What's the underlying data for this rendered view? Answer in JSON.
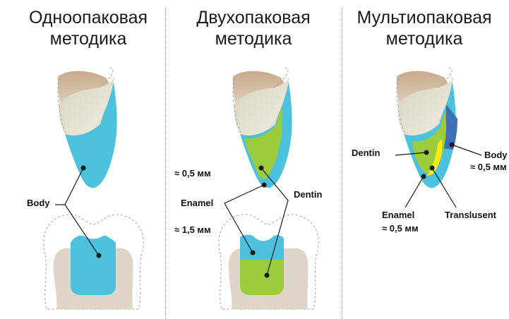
{
  "panels": [
    {
      "title_line1": "Одноопаковая",
      "title_line2": "методика"
    },
    {
      "title_line1": "Двухопаковая",
      "title_line2": "методика"
    },
    {
      "title_line1": "Мультиопаковая",
      "title_line2": "методика"
    }
  ],
  "labels": {
    "p1_body": "Body",
    "p2_thickness_top": "≈ 0,5 мм",
    "p2_enamel": "Enamel",
    "p2_dentin": "Dentin",
    "p2_thickness_bottom": "≈ 1,5 мм",
    "p3_dentin": "Dentin",
    "p3_body": "Body",
    "p3_body_thickness": "≈ 0,5 мм",
    "p3_enamel": "Enamel",
    "p3_enamel_thickness": "≈ 0,5 мм",
    "p3_translusent": "Translusent"
  },
  "colors": {
    "body_blue": "#4cc1dd",
    "dentin_green": "#9ccb3b",
    "translucent_yellow": "#f5eb14",
    "deep_blue": "#3f6fb5",
    "tooth_beige": "#ddd6c8"
  }
}
